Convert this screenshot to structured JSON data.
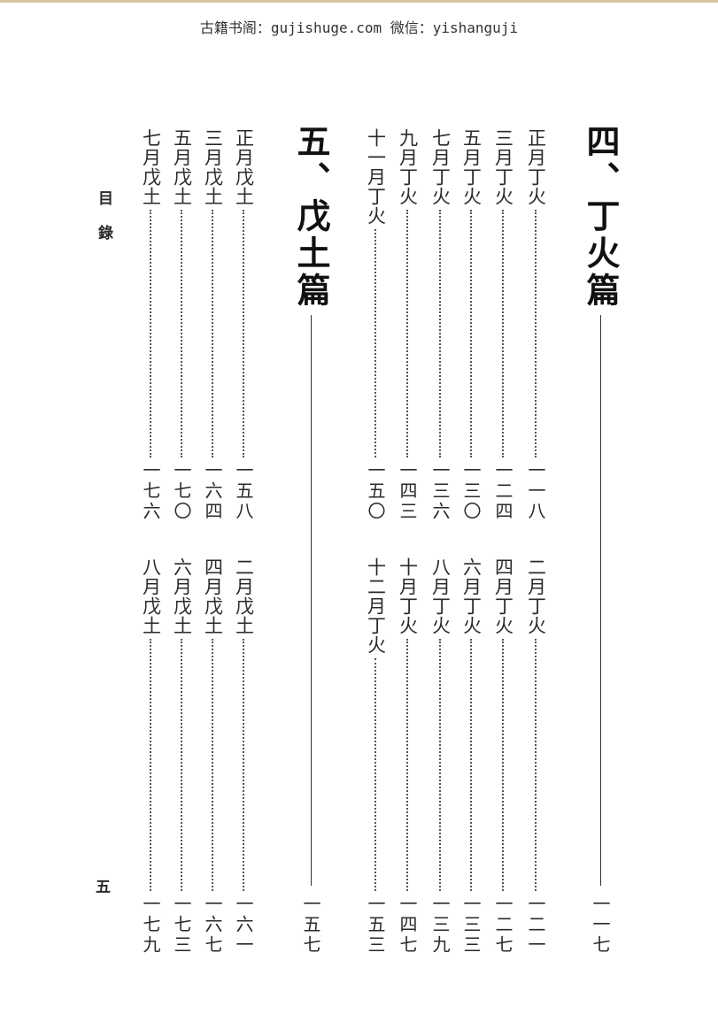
{
  "banner": {
    "text": "古籍书阁：gujishuge.com 微信：yishanguji"
  },
  "margin": {
    "section_label": "目錄",
    "page_number": "五"
  },
  "sections": [
    {
      "heading": "四、丁火篇",
      "page": "一一七",
      "entries": [
        {
          "label": "正月丁火",
          "page": "一一八"
        },
        {
          "label": "二月丁火",
          "page": "一二一"
        },
        {
          "label": "三月丁火",
          "page": "一二四"
        },
        {
          "label": "四月丁火",
          "page": "一二七"
        },
        {
          "label": "五月丁火",
          "page": "一三〇"
        },
        {
          "label": "六月丁火",
          "page": "一三三"
        },
        {
          "label": "七月丁火",
          "page": "一三六"
        },
        {
          "label": "八月丁火",
          "page": "一三九"
        },
        {
          "label": "九月丁火",
          "page": "一四三"
        },
        {
          "label": "十月丁火",
          "page": "一四七"
        },
        {
          "label": "十一月丁火",
          "page": "一五〇"
        },
        {
          "label": "十二月丁火",
          "page": "一五三"
        }
      ]
    },
    {
      "heading": "五、戊土篇",
      "page": "一五七",
      "entries": [
        {
          "label": "正月戊土",
          "page": "一五八"
        },
        {
          "label": "二月戊土",
          "page": "一六一"
        },
        {
          "label": "三月戊土",
          "page": "一六四"
        },
        {
          "label": "四月戊土",
          "page": "一六七"
        },
        {
          "label": "五月戊土",
          "page": "一七〇"
        },
        {
          "label": "六月戊土",
          "page": "一七三"
        },
        {
          "label": "七月戊土",
          "page": "一七六"
        },
        {
          "label": "八月戊土",
          "page": "一七九"
        }
      ]
    }
  ]
}
